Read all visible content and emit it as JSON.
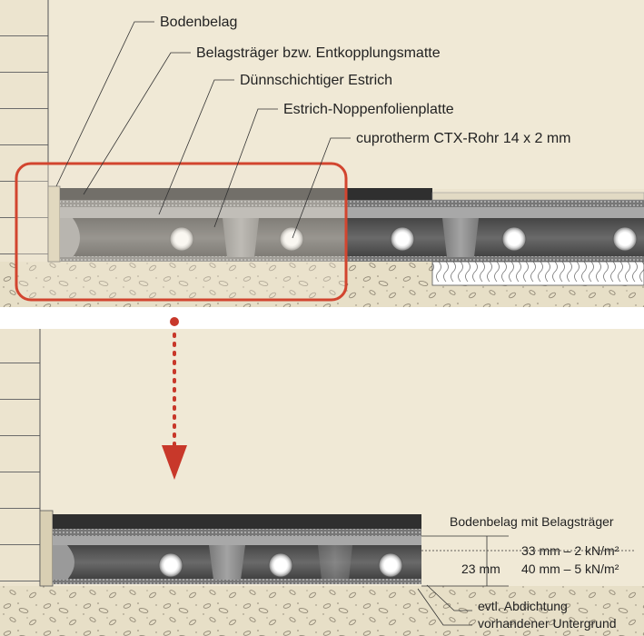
{
  "upper_labels": {
    "bodenbelag": "Bodenbelag",
    "belagstraeger": "Belagsträger bzw. Entkopplungsmatte",
    "estrich": "Dünnschichtiger Estrich",
    "noppenplatte": "Estrich-Noppenfolienplatte",
    "rohr": "cuprotherm CTX-Rohr 14 x 2 mm"
  },
  "lower_labels": {
    "bodenbelag_mit_traeger": "Bodenbelag mit Belagsträger",
    "height": "23 mm",
    "load_1": "33 mm – 2 kN/m²",
    "load_2": "40 mm – 5 kN/m²",
    "abdichtung": "evtl. Abdichtung",
    "untergrund": "vorhandener Untergrund"
  },
  "colors": {
    "background": "#f0e9d6",
    "highlight_box": "#d2452f",
    "arrow": "#c8382a",
    "covering": "#2f2f2f",
    "screed": "#a8a8a8",
    "plate": "#5b5b5b",
    "pipe": "#ffffff"
  }
}
